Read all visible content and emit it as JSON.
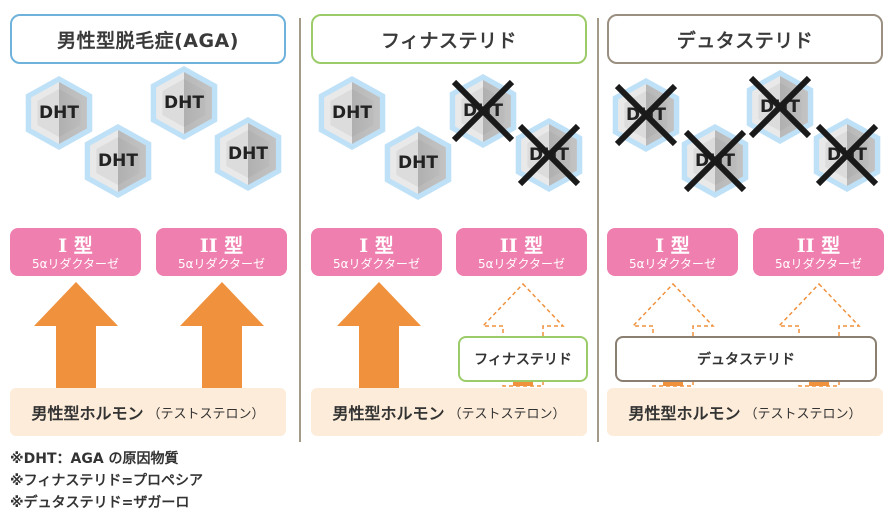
{
  "panels": [
    {
      "title": "男性型脱毛症(AGA)",
      "border_color": "#6fb3dc",
      "dht": [
        {
          "label": "DHT",
          "blocked": false
        },
        {
          "label": "DHT",
          "blocked": false
        },
        {
          "label": "DHT",
          "blocked": false
        },
        {
          "label": "DHT",
          "blocked": false
        }
      ],
      "enzymes": [
        {
          "type": "I 型",
          "name": "5αリダクターゼ",
          "active": true
        },
        {
          "type": "II 型",
          "name": "5αリダクターゼ",
          "active": true
        }
      ],
      "drug": "",
      "hormone": "男性型ホルモン",
      "hormone_paren": "（テストステロン）"
    },
    {
      "title": "フィナステリド",
      "border_color": "#9ccc6a",
      "dht": [
        {
          "label": "DHT",
          "blocked": false
        },
        {
          "label": "DHT",
          "blocked": false
        },
        {
          "label": "DHT",
          "blocked": true
        },
        {
          "label": "DHT",
          "blocked": true
        }
      ],
      "enzymes": [
        {
          "type": "I 型",
          "name": "5αリダクターゼ",
          "active": true
        },
        {
          "type": "II 型",
          "name": "5αリダクターゼ",
          "active": false
        }
      ],
      "drug": "フィナステリド",
      "hormone": "男性型ホルモン",
      "hormone_paren": "（テストステロン）"
    },
    {
      "title": "デュタステリド",
      "border_color": "#9a8f80",
      "dht": [
        {
          "label": "DHT",
          "blocked": true
        },
        {
          "label": "DHT",
          "blocked": true
        },
        {
          "label": "DHT",
          "blocked": true
        },
        {
          "label": "DHT",
          "blocked": true
        }
      ],
      "enzymes": [
        {
          "type": "I 型",
          "name": "5αリダクターゼ",
          "active": false
        },
        {
          "type": "II 型",
          "name": "5αリダクターゼ",
          "active": false
        }
      ],
      "drug": "デュタステリド",
      "hormone": "男性型ホルモン",
      "hormone_paren": "（テストステロン）"
    }
  ],
  "notes": [
    "※DHT：AGA の原因物質",
    "※フィナステリド=プロペシア",
    "※デュタステリド=ザガーロ"
  ],
  "colors": {
    "enzyme": "#ef7fae",
    "arrow": "#f0913d",
    "hormone_bg": "#fdecd9",
    "cross": "#1a1a1a"
  }
}
